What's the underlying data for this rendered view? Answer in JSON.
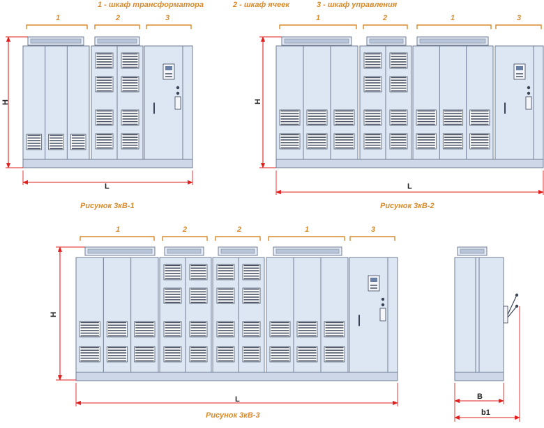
{
  "legend": {
    "item1": "1 - шкаф трансформатора",
    "item2": "2 - шкаф ячеек",
    "item3": "3 - шкаф управления"
  },
  "figures": {
    "fig1": {
      "caption": "Рисунок 3кВ-1",
      "height_label": "H",
      "length_label": "L",
      "section_labels": [
        "1",
        "2",
        "3"
      ]
    },
    "fig2": {
      "caption": "Рисунок 3кВ-2",
      "height_label": "H",
      "length_label": "L",
      "section_labels": [
        "1",
        "2",
        "1",
        "3"
      ]
    },
    "fig3": {
      "caption": "Рисунок 3кВ-3",
      "height_label": "H",
      "length_label": "L",
      "section_labels": [
        "1",
        "2",
        "2",
        "1",
        "3"
      ]
    },
    "side": {
      "depth_label": "B",
      "depth_total_label": "b1"
    }
  },
  "colors": {
    "cabinet_fill": "#dde6f3",
    "cabinet_stroke": "#6f7d93",
    "vent": "#4a5466",
    "dimension": "#e01e1e",
    "accent": "#d98a2b"
  }
}
